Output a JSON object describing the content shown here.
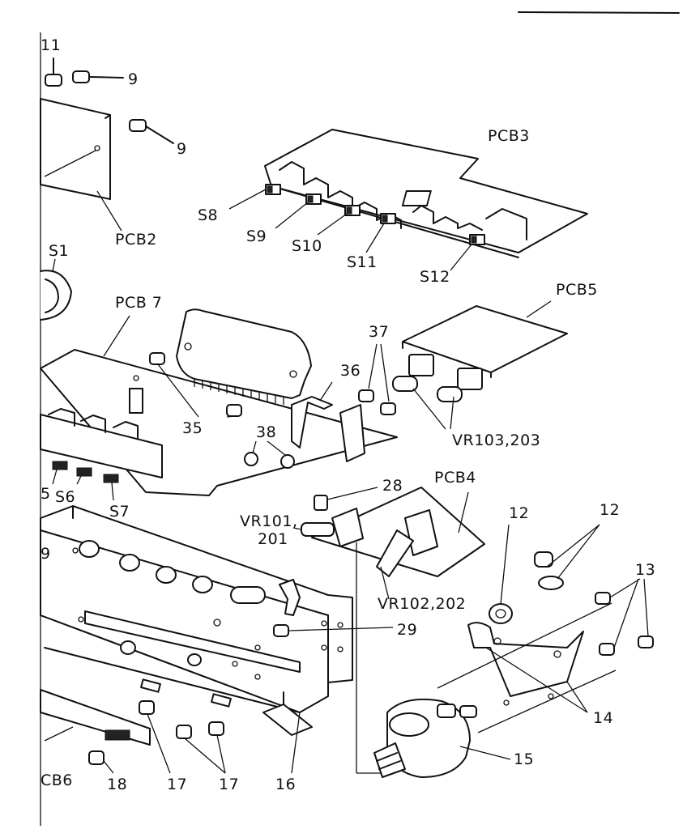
{
  "labels": {
    "l11": "11",
    "l9a": "9",
    "l9b": "9",
    "pcb2": "PCB2",
    "pcb3": "PCB3",
    "s8": "S8",
    "s9": "S9",
    "s10": "S10",
    "s11": "S11",
    "s12": "S12",
    "s1": "S1",
    "pcb7": "PCB 7",
    "pcb5": "PCB5",
    "l37": "37",
    "l36": "36",
    "l35": "35",
    "l38": "38",
    "vr103": "VR103,203",
    "s5": "5",
    "s6": "S6",
    "s7": "S7",
    "pcb4": "PCB4",
    "l28": "28",
    "vr101a": "VR101,",
    "vr101b": "201",
    "l12a": "12",
    "l12b": "12",
    "l13": "13",
    "vr102": "VR102,202",
    "l29": "29",
    "l14": "14",
    "l15": "15",
    "cb6": "CB6",
    "l18": "18",
    "l17a": "17",
    "l17b": "17",
    "l16": "16",
    "l9c": "9"
  }
}
